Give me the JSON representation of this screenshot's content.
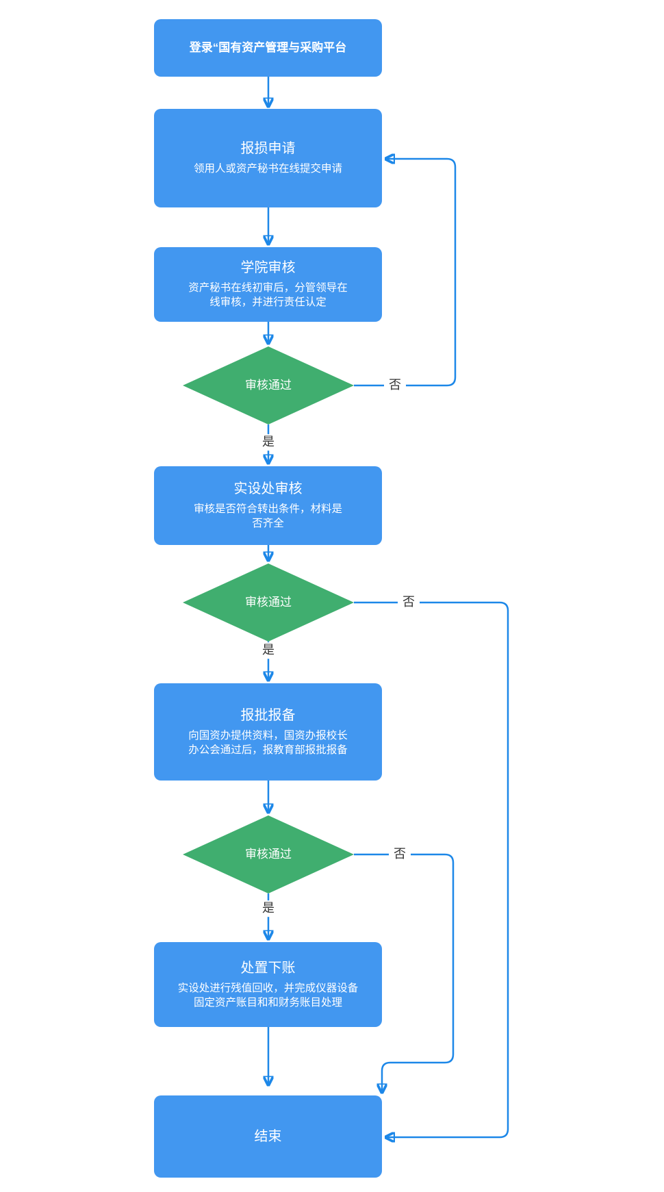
{
  "page": {
    "background": "#ffffff"
  },
  "colors": {
    "process_fill": "#4297f0",
    "decision_fill": "#40ae6f",
    "connector": "#1c87e8",
    "shape_text": "#ffffff",
    "branch_label_text": "#333333",
    "page_bg": "#ffffff"
  },
  "flowchart": {
    "nodes": {
      "login": {
        "type": "process",
        "title": "登录“国有资产管理与采购平台"
      },
      "apply": {
        "type": "process",
        "title": "报损申请",
        "sub": [
          "领用人或资产秘书在线提交申请"
        ]
      },
      "college": {
        "type": "process",
        "title": "学院审核",
        "sub": [
          "资产秘书在线初审后，分管领导在",
          "线审核，并进行责任认定"
        ]
      },
      "decision1": {
        "type": "decision",
        "title": "审核通过"
      },
      "facility": {
        "type": "process",
        "title": "实设处审核",
        "sub": [
          "审核是否符合转出条件，材料是",
          "否齐全"
        ]
      },
      "decision2": {
        "type": "decision",
        "title": "审核通过"
      },
      "approval": {
        "type": "process",
        "title": "报批报备",
        "sub": [
          "向国资办提供资料，国资办报校长",
          "办公会通过后，报教育部报批报备"
        ]
      },
      "decision3": {
        "type": "decision",
        "title": "审核通过"
      },
      "writeoff": {
        "type": "process",
        "title": "处置下账",
        "sub": [
          "实设处进行残值回收，并完成仪器设备",
          "固定资产账目和和财务账目处理"
        ]
      },
      "end": {
        "type": "process",
        "title": "结束"
      }
    },
    "branch_labels": {
      "yes": "是",
      "no": "否"
    }
  }
}
